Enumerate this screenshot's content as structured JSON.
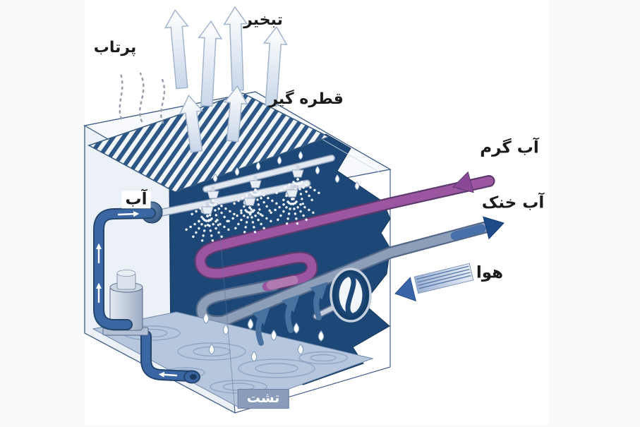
{
  "diagram": {
    "title_context": "evaporative-cooling-tower-diagram",
    "labels": {
      "evaporation": "تبخیر",
      "drift": "پرتاب",
      "drift_eliminator": "قطره گیر",
      "hot_water": "آب گرم",
      "cool_water": "آب خنک",
      "air": "هوا",
      "water": "آب",
      "basin": "تشت"
    },
    "colors": {
      "page_background": "#fafafa",
      "canvas_background": "#ffffff",
      "interior_navy": "#1d4777",
      "fins_navy": "#2b5685",
      "hot_water_purple": "#9b55a1",
      "coil_gray": "#8d9fb8",
      "cool_water_blue": "#1d4a89",
      "air_arrow_blue": "#3765a8",
      "pipe_blue": "#3a67a3",
      "water_surface": "#b6c6dc",
      "label_text": "#1b1b1b",
      "basin_label_bg": "#8b9cba"
    }
  }
}
